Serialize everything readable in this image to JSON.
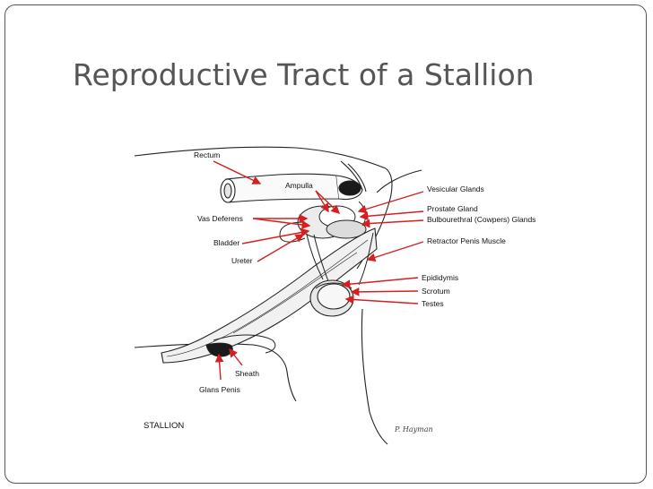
{
  "slide": {
    "title": "Reproductive Tract of a Stallion"
  },
  "diagram": {
    "caption": "STALLION",
    "signature": "P. Hayman",
    "labels": {
      "rectum": "Rectum",
      "ampulla": "Ampulla",
      "vesicular_glands": "Vesicular Glands",
      "prostate_gland": "Prostate Gland",
      "bulbourethral_glands": "Bulbourethral (Cowpers) Glands",
      "vas_deferens": "Vas Deferens",
      "bladder": "Bladder",
      "ureter": "Ureter",
      "retractor_penis_muscle": "Retractor Penis Muscle",
      "epididymis": "Epididymis",
      "scrotum": "Scrotum",
      "testes": "Testes",
      "sheath": "Sheath",
      "glans_penis": "Glans Penis"
    },
    "colors": {
      "arrow": "#d42020",
      "outline": "#222222",
      "title": "#555555",
      "frame": "#555555"
    }
  }
}
